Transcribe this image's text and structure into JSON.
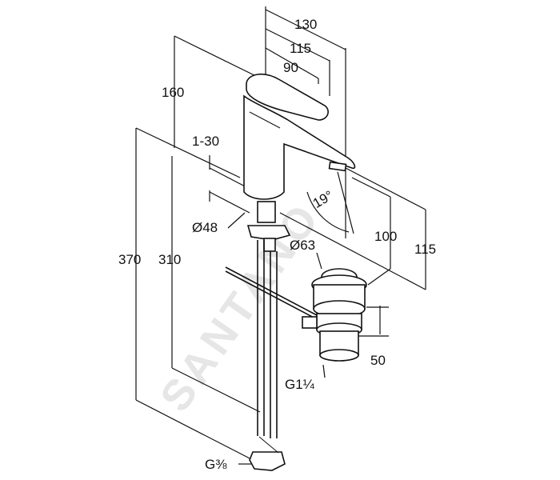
{
  "drawing": {
    "watermark": "SANTANO",
    "dimensions": {
      "width_total": "130",
      "width_spout": "115",
      "width_lever": "90",
      "height_top": "160",
      "deck_thickness": "1-30",
      "diameter_body": "Ø48",
      "diameter_waste": "Ø63",
      "height_total": "370",
      "height_hose": "310",
      "spout_angle": "19°",
      "spout_height": "100",
      "spout_height_outer": "115",
      "waste_length": "50",
      "waste_thread": "G1¼",
      "hose_thread": "G⅜"
    }
  }
}
